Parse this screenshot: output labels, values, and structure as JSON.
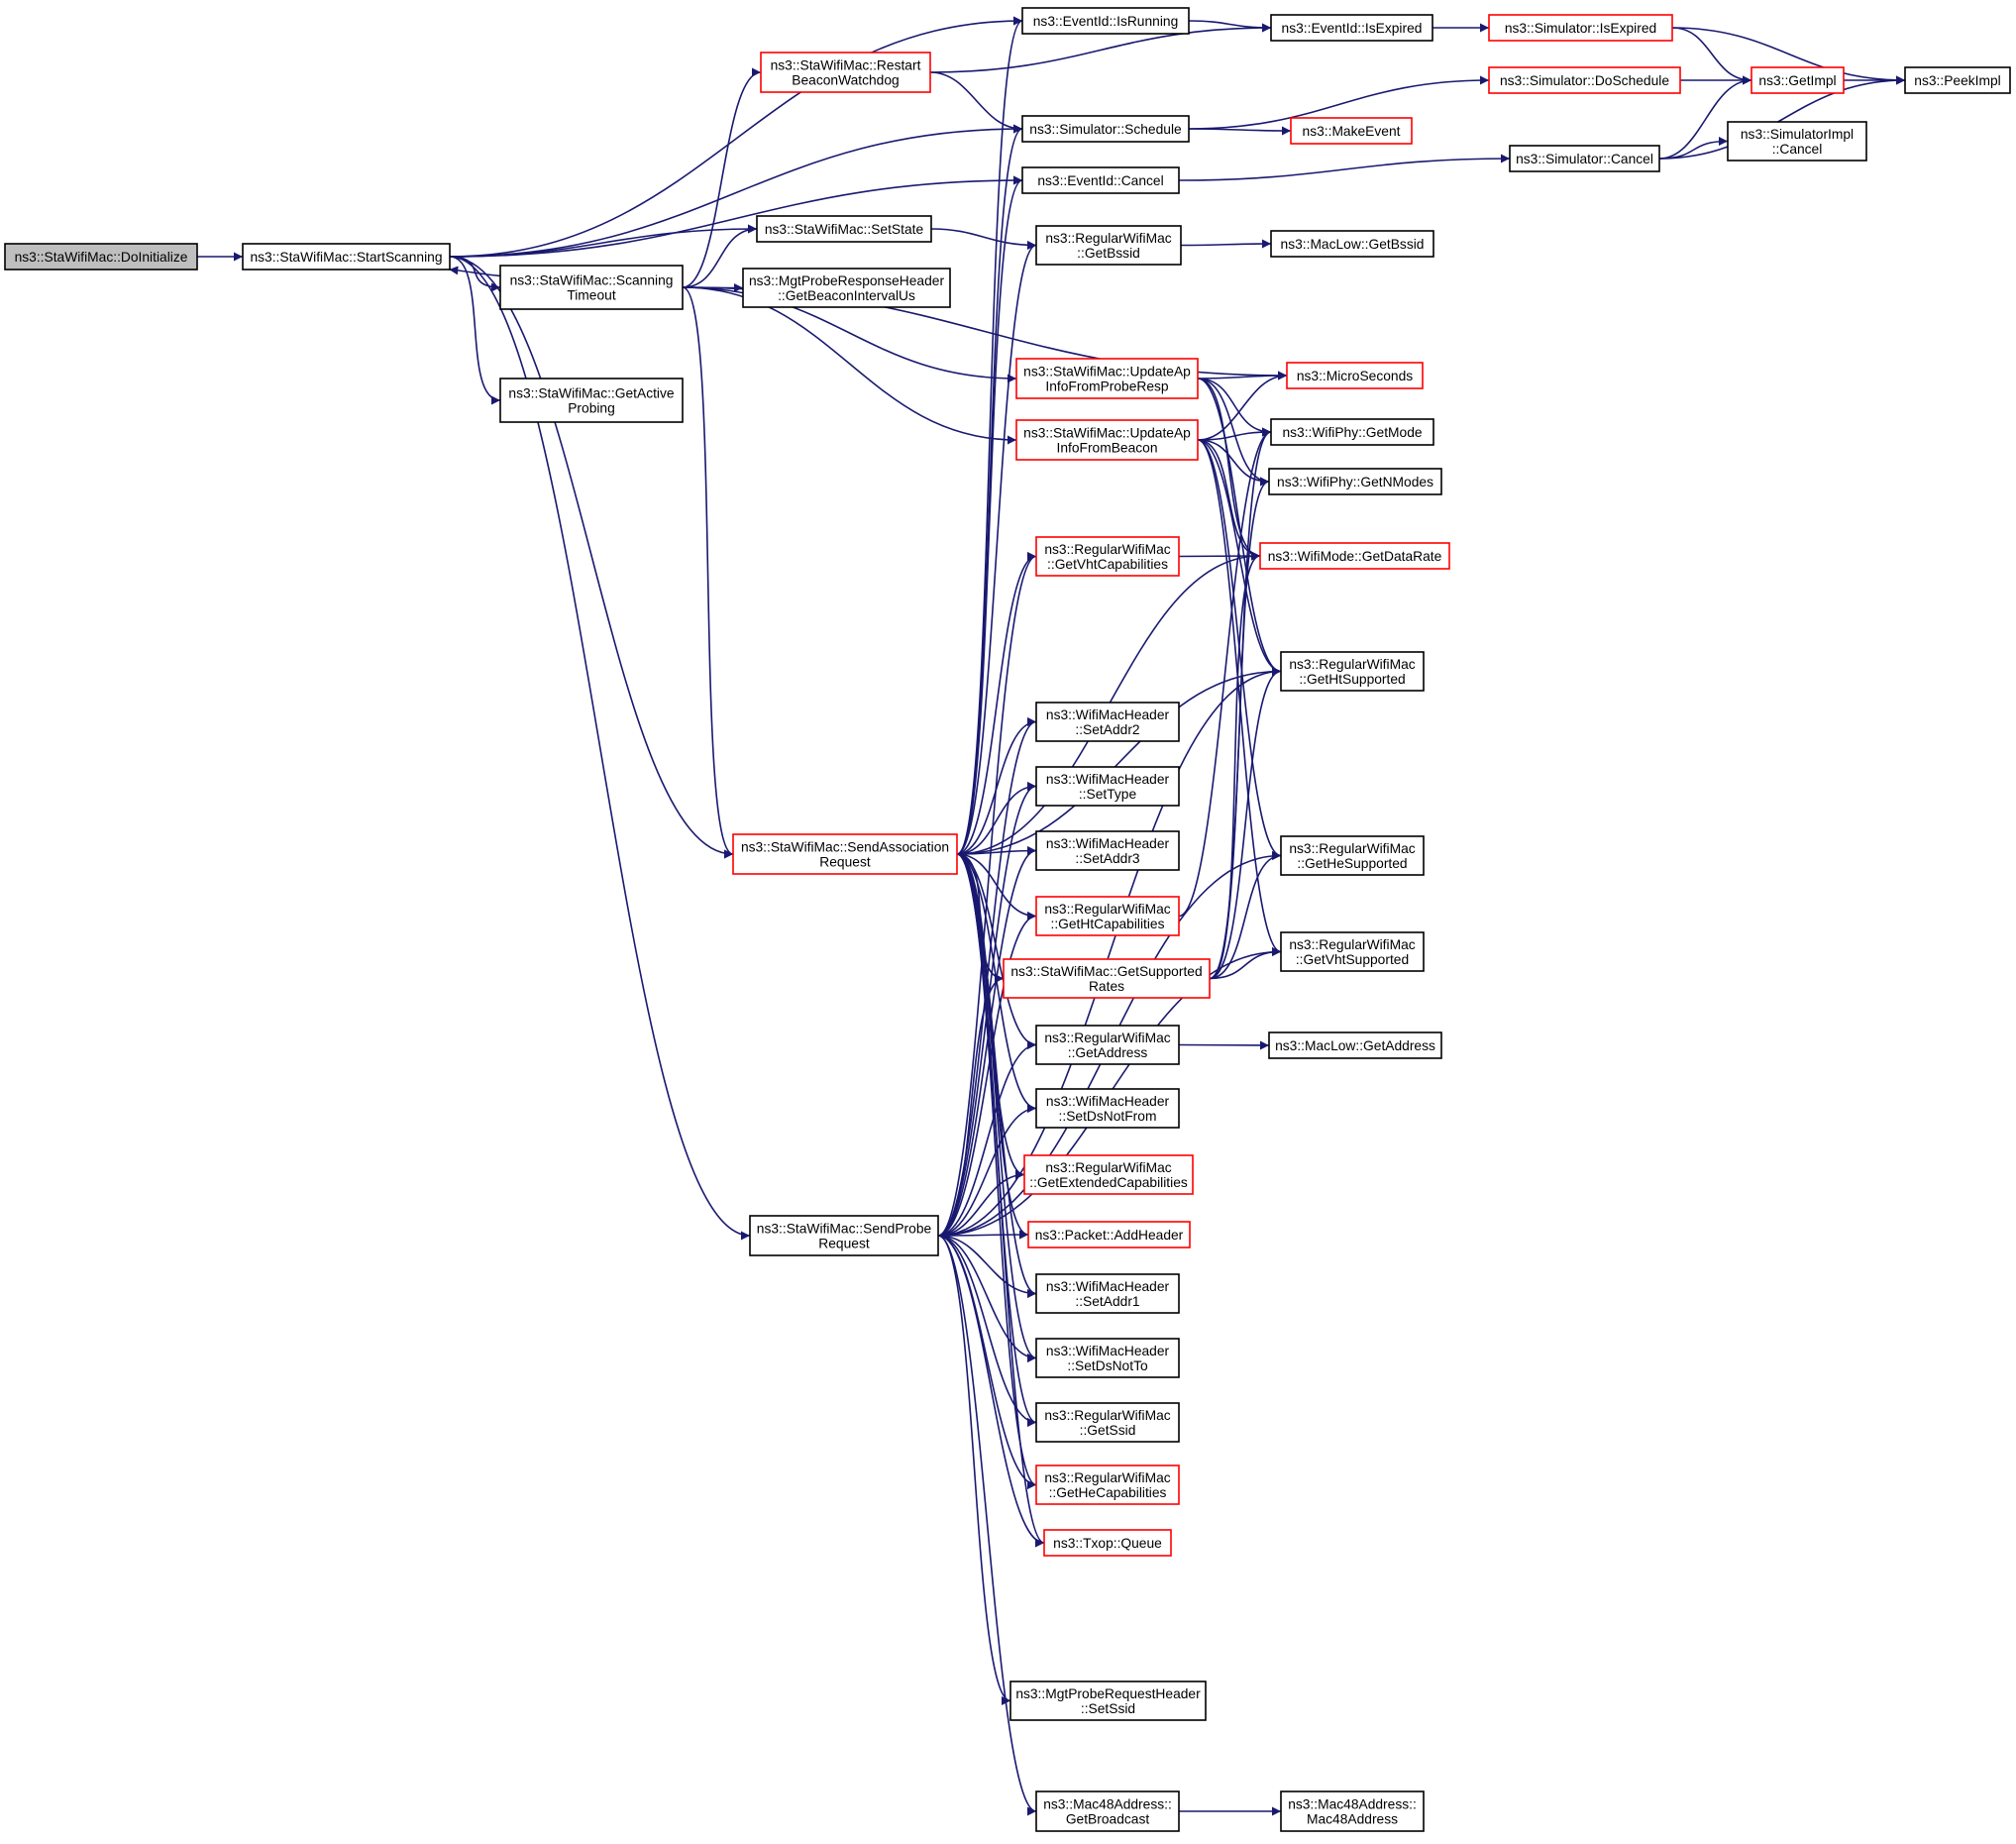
{
  "nodes": [
    {
      "id": "doinit",
      "lines": [
        "ns3::StaWifiMac::DoInitialize"
      ],
      "border": "gray-fill"
    },
    {
      "id": "startscan",
      "lines": [
        "ns3::StaWifiMac::StartScanning"
      ],
      "border": "black"
    },
    {
      "id": "getactive",
      "lines": [
        "ns3::StaWifiMac::GetActive",
        "Probing"
      ],
      "border": "black"
    },
    {
      "id": "scantimeout",
      "lines": [
        "ns3::StaWifiMac::Scanning",
        "Timeout"
      ],
      "border": "black"
    },
    {
      "id": "restartbw",
      "lines": [
        "ns3::StaWifiMac::Restart",
        "BeaconWatchdog"
      ],
      "border": "red"
    },
    {
      "id": "setstate",
      "lines": [
        "ns3::StaWifiMac::SetState"
      ],
      "border": "black"
    },
    {
      "id": "mgtprobeint",
      "lines": [
        "ns3::MgtProbeResponseHeader",
        "::GetBeaconIntervalUs"
      ],
      "border": "black"
    },
    {
      "id": "sendassoc",
      "lines": [
        "ns3::StaWifiMac::SendAssociation",
        "Request"
      ],
      "border": "red"
    },
    {
      "id": "sendprobe",
      "lines": [
        "ns3::StaWifiMac::SendProbe",
        "Request"
      ],
      "border": "black"
    },
    {
      "id": "isrunning",
      "lines": [
        "ns3::EventId::IsRunning"
      ],
      "border": "black"
    },
    {
      "id": "schedule",
      "lines": [
        "ns3::Simulator::Schedule"
      ],
      "border": "black"
    },
    {
      "id": "cancel",
      "lines": [
        "ns3::EventId::Cancel"
      ],
      "border": "black"
    },
    {
      "id": "getbssid",
      "lines": [
        "ns3::RegularWifiMac",
        "::GetBssid"
      ],
      "border": "black"
    },
    {
      "id": "updprobe",
      "lines": [
        "ns3::StaWifiMac::UpdateAp",
        "InfoFromProbeResp"
      ],
      "border": "red"
    },
    {
      "id": "updbeacon",
      "lines": [
        "ns3::StaWifiMac::UpdateAp",
        "InfoFromBeacon"
      ],
      "border": "red"
    },
    {
      "id": "getvhtcap",
      "lines": [
        "ns3::RegularWifiMac",
        "::GetVhtCapabilities"
      ],
      "border": "red"
    },
    {
      "id": "setaddr2",
      "lines": [
        "ns3::WifiMacHeader",
        "::SetAddr2"
      ],
      "border": "black"
    },
    {
      "id": "settype",
      "lines": [
        "ns3::WifiMacHeader",
        "::SetType"
      ],
      "border": "black"
    },
    {
      "id": "setaddr3",
      "lines": [
        "ns3::WifiMacHeader",
        "::SetAddr3"
      ],
      "border": "black"
    },
    {
      "id": "gethtcap",
      "lines": [
        "ns3::RegularWifiMac",
        "::GetHtCapabilities"
      ],
      "border": "red"
    },
    {
      "id": "getsuprates",
      "lines": [
        "ns3::StaWifiMac::GetSupported",
        "Rates"
      ],
      "border": "red"
    },
    {
      "id": "getaddress",
      "lines": [
        "ns3::RegularWifiMac",
        "::GetAddress"
      ],
      "border": "black"
    },
    {
      "id": "setdsnotfrom",
      "lines": [
        "ns3::WifiMacHeader",
        "::SetDsNotFrom"
      ],
      "border": "black"
    },
    {
      "id": "getextcap",
      "lines": [
        "ns3::RegularWifiMac",
        "::GetExtendedCapabilities"
      ],
      "border": "red"
    },
    {
      "id": "addheader",
      "lines": [
        "ns3::Packet::AddHeader"
      ],
      "border": "red"
    },
    {
      "id": "setaddr1",
      "lines": [
        "ns3::WifiMacHeader",
        "::SetAddr1"
      ],
      "border": "black"
    },
    {
      "id": "setdsnotto",
      "lines": [
        "ns3::WifiMacHeader",
        "::SetDsNotTo"
      ],
      "border": "black"
    },
    {
      "id": "getssid",
      "lines": [
        "ns3::RegularWifiMac",
        "::GetSsid"
      ],
      "border": "black"
    },
    {
      "id": "gethecap",
      "lines": [
        "ns3::RegularWifiMac",
        "::GetHeCapabilities"
      ],
      "border": "red"
    },
    {
      "id": "txopqueue",
      "lines": [
        "ns3::Txop::Queue"
      ],
      "border": "red"
    },
    {
      "id": "mgtsetssid",
      "lines": [
        "ns3::MgtProbeRequestHeader",
        "::SetSsid"
      ],
      "border": "black"
    },
    {
      "id": "getbroadcast",
      "lines": [
        "ns3::Mac48Address::",
        "GetBroadcast"
      ],
      "border": "black"
    },
    {
      "id": "isexpired",
      "lines": [
        "ns3::EventId::IsExpired"
      ],
      "border": "black"
    },
    {
      "id": "makeevent",
      "lines": [
        "ns3::MakeEvent"
      ],
      "border": "red"
    },
    {
      "id": "macgetbssid",
      "lines": [
        "ns3::MacLow::GetBssid"
      ],
      "border": "black"
    },
    {
      "id": "microseconds",
      "lines": [
        "ns3::MicroSeconds"
      ],
      "border": "red"
    },
    {
      "id": "getmode",
      "lines": [
        "ns3::WifiPhy::GetMode"
      ],
      "border": "black"
    },
    {
      "id": "getnmodes",
      "lines": [
        "ns3::WifiPhy::GetNModes"
      ],
      "border": "black"
    },
    {
      "id": "getdatarate",
      "lines": [
        "ns3::WifiMode::GetDataRate"
      ],
      "border": "red"
    },
    {
      "id": "hetsup",
      "lines": [
        "ns3::RegularWifiMac",
        "::GetHtSupported"
      ],
      "border": "black"
    },
    {
      "id": "hesup",
      "lines": [
        "ns3::RegularWifiMac",
        "::GetHeSupported"
      ],
      "border": "black"
    },
    {
      "id": "vhtsup",
      "lines": [
        "ns3::RegularWifiMac",
        "::GetVhtSupported"
      ],
      "border": "black"
    },
    {
      "id": "macgetaddr",
      "lines": [
        "ns3::MacLow::GetAddress"
      ],
      "border": "black"
    },
    {
      "id": "macctor",
      "lines": [
        "ns3::Mac48Address::",
        "Mac48Address"
      ],
      "border": "black"
    },
    {
      "id": "simisexpired",
      "lines": [
        "ns3::Simulator::IsExpired"
      ],
      "border": "red"
    },
    {
      "id": "doschedule",
      "lines": [
        "ns3::Simulator::DoSchedule"
      ],
      "border": "red"
    },
    {
      "id": "simcancel",
      "lines": [
        "ns3::Simulator::Cancel"
      ],
      "border": "black"
    },
    {
      "id": "getimpl",
      "lines": [
        "ns3::GetImpl"
      ],
      "border": "red"
    },
    {
      "id": "simimplcancel",
      "lines": [
        "ns3::SimulatorImpl",
        "::Cancel"
      ],
      "border": "black"
    },
    {
      "id": "peekimpl",
      "lines": [
        "ns3::PeekImpl"
      ],
      "border": "black"
    }
  ],
  "edges": [
    [
      "doinit",
      "startscan"
    ],
    [
      "startscan",
      "isrunning"
    ],
    [
      "startscan",
      "schedule"
    ],
    [
      "startscan",
      "cancel"
    ],
    [
      "startscan",
      "setstate"
    ],
    [
      "startscan",
      "scantimeout"
    ],
    [
      "startscan",
      "getactive"
    ],
    [
      "startscan",
      "sendassoc"
    ],
    [
      "startscan",
      "sendprobe"
    ],
    [
      "scantimeout",
      "startscan"
    ],
    [
      "scantimeout",
      "restartbw"
    ],
    [
      "scantimeout",
      "setstate"
    ],
    [
      "scantimeout",
      "mgtprobeint"
    ],
    [
      "scantimeout",
      "microseconds"
    ],
    [
      "scantimeout",
      "updprobe"
    ],
    [
      "scantimeout",
      "updbeacon"
    ],
    [
      "scantimeout",
      "sendassoc"
    ],
    [
      "restartbw",
      "isexpired"
    ],
    [
      "restartbw",
      "schedule"
    ],
    [
      "setstate",
      "getbssid"
    ],
    [
      "isrunning",
      "isexpired"
    ],
    [
      "schedule",
      "doschedule"
    ],
    [
      "schedule",
      "makeevent"
    ],
    [
      "cancel",
      "simcancel"
    ],
    [
      "getbssid",
      "macgetbssid"
    ],
    [
      "updprobe",
      "microseconds"
    ],
    [
      "updprobe",
      "getmode"
    ],
    [
      "updprobe",
      "getnmodes"
    ],
    [
      "updprobe",
      "getdatarate"
    ],
    [
      "updprobe",
      "hetsup"
    ],
    [
      "updbeacon",
      "getmode"
    ],
    [
      "updbeacon",
      "microseconds"
    ],
    [
      "updbeacon",
      "getnmodes"
    ],
    [
      "updbeacon",
      "getdatarate"
    ],
    [
      "updbeacon",
      "hetsup"
    ],
    [
      "updbeacon",
      "hesup"
    ],
    [
      "updbeacon",
      "vhtsup"
    ],
    [
      "getvhtcap",
      "getdatarate"
    ],
    [
      "gethtcap",
      "getmode"
    ],
    [
      "getsuprates",
      "getmode"
    ],
    [
      "getsuprates",
      "getnmodes"
    ],
    [
      "getsuprates",
      "getdatarate"
    ],
    [
      "getsuprates",
      "hetsup"
    ],
    [
      "getsuprates",
      "hesup"
    ],
    [
      "getsuprates",
      "vhtsup"
    ],
    [
      "getaddress",
      "macgetaddr"
    ],
    [
      "getbroadcast",
      "macctor"
    ],
    [
      "isexpired",
      "simisexpired"
    ],
    [
      "simisexpired",
      "getimpl"
    ],
    [
      "simisexpired",
      "peekimpl"
    ],
    [
      "doschedule",
      "getimpl"
    ],
    [
      "simcancel",
      "getimpl"
    ],
    [
      "simcancel",
      "simimplcancel"
    ],
    [
      "simcancel",
      "peekimpl"
    ],
    [
      "getimpl",
      "peekimpl"
    ],
    [
      "sendassoc",
      "isrunning"
    ],
    [
      "sendassoc",
      "schedule"
    ],
    [
      "sendassoc",
      "cancel"
    ],
    [
      "sendassoc",
      "getbssid"
    ],
    [
      "sendassoc",
      "getvhtcap"
    ],
    [
      "sendassoc",
      "getdatarate"
    ],
    [
      "sendassoc",
      "hetsup"
    ],
    [
      "sendassoc",
      "setaddr2"
    ],
    [
      "sendassoc",
      "settype"
    ],
    [
      "sendassoc",
      "setaddr3"
    ],
    [
      "sendassoc",
      "gethtcap"
    ],
    [
      "sendassoc",
      "getsuprates"
    ],
    [
      "sendassoc",
      "getaddress"
    ],
    [
      "sendassoc",
      "setdsnotfrom"
    ],
    [
      "sendassoc",
      "getextcap"
    ],
    [
      "sendassoc",
      "addheader"
    ],
    [
      "sendassoc",
      "setaddr1"
    ],
    [
      "sendassoc",
      "setdsnotto"
    ],
    [
      "sendassoc",
      "getssid"
    ],
    [
      "sendassoc",
      "gethecap"
    ],
    [
      "sendassoc",
      "txopqueue"
    ],
    [
      "sendprobe",
      "setaddr2"
    ],
    [
      "sendprobe",
      "settype"
    ],
    [
      "sendprobe",
      "setaddr3"
    ],
    [
      "sendprobe",
      "gethtcap"
    ],
    [
      "sendprobe",
      "getvhtcap"
    ],
    [
      "sendprobe",
      "getsuprates"
    ],
    [
      "sendprobe",
      "getaddress"
    ],
    [
      "sendprobe",
      "setdsnotfrom"
    ],
    [
      "sendprobe",
      "getextcap"
    ],
    [
      "sendprobe",
      "addheader"
    ],
    [
      "sendprobe",
      "setaddr1"
    ],
    [
      "sendprobe",
      "setdsnotto"
    ],
    [
      "sendprobe",
      "getssid"
    ],
    [
      "sendprobe",
      "gethecap"
    ],
    [
      "sendprobe",
      "txopqueue"
    ],
    [
      "sendprobe",
      "mgtsetssid"
    ],
    [
      "sendprobe",
      "getbroadcast"
    ],
    [
      "sendprobe",
      "hesup"
    ],
    [
      "sendprobe",
      "vhtsup"
    ],
    [
      "sendprobe",
      "hetsup"
    ]
  ],
  "colors": {
    "edge": "#191970",
    "red_border": "#ff0000",
    "black_border": "#000000",
    "root_fill": "#bfbfbf"
  }
}
